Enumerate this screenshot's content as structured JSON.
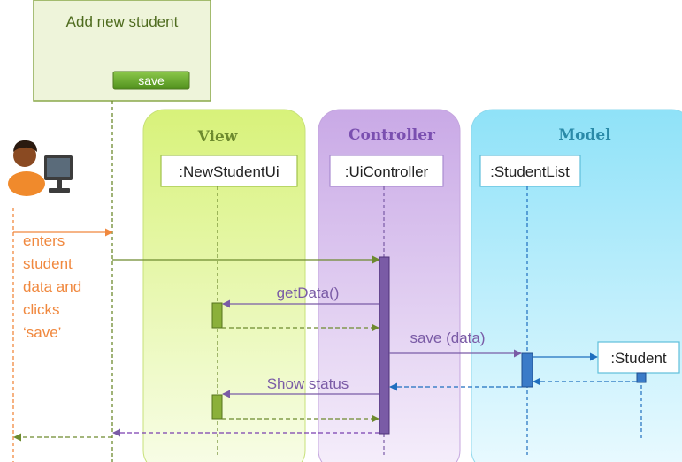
{
  "form": {
    "title": "Add new student",
    "save_button": "save"
  },
  "lanes": {
    "view": "View",
    "controller": "Controller",
    "model": "Model"
  },
  "objects": {
    "new_student_ui": ":NewStudentUi",
    "ui_controller": ":UiController",
    "student_list": ":StudentList",
    "student": ":Student"
  },
  "actor_note": [
    "enters",
    "student",
    "data and",
    "clicks",
    "‘save’"
  ],
  "messages": {
    "get_data": "getData()",
    "save_data": "save (data)",
    "show_status": "Show status"
  },
  "colors": {
    "view_lane": "#e6f9a6",
    "controller_lane": "#e0c8f0",
    "model_lane": "#b8eefb",
    "actor_orange": "#f0883e",
    "green_msg": "#6d8a2e",
    "purple_msg": "#7a5ba6",
    "blue_msg": "#1f6fbf",
    "save_button": "#6bad2e"
  },
  "icons": {
    "actor": "user-at-computer-icon"
  }
}
